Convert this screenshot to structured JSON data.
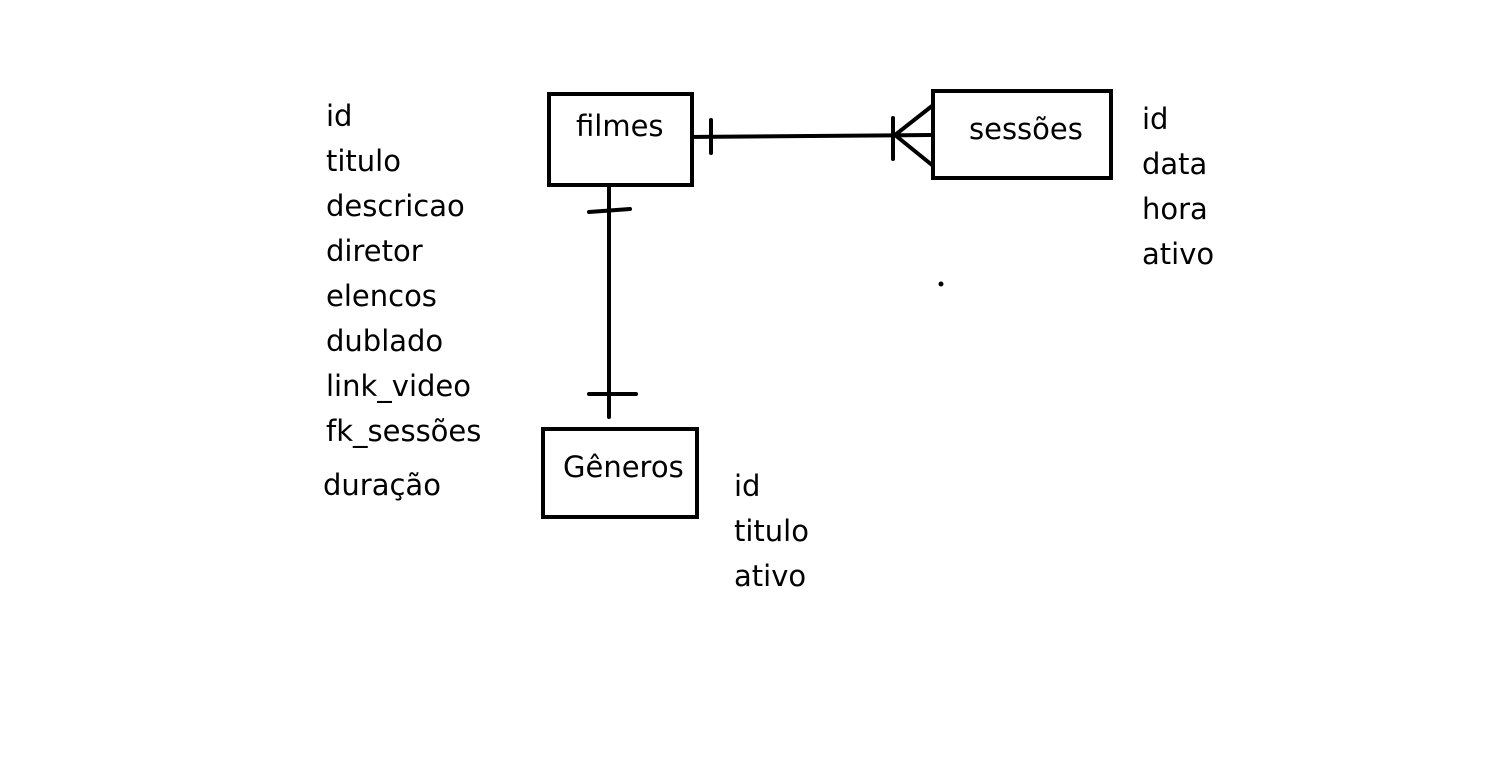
{
  "entities": {
    "filmes": {
      "label": "filmes",
      "attributes": [
        "id",
        "titulo",
        "descricao",
        "diretor",
        "elencos",
        "dublado",
        "link_video",
        "fk_sessões"
      ],
      "extra_attribute": "duração"
    },
    "sessoes": {
      "label": "sessões",
      "attributes": [
        "id",
        "data",
        "hora",
        "ativo"
      ]
    },
    "generos": {
      "label": "Gêneros",
      "attributes": [
        "id",
        "titulo",
        "ativo"
      ]
    }
  },
  "relationships": [
    {
      "from": "filmes",
      "to": "sessões",
      "from_end": "one",
      "to_end": "one-or-many"
    },
    {
      "from": "filmes",
      "to": "Gêneros",
      "from_end": "one",
      "to_end": "one"
    }
  ],
  "colors": {
    "stroke": "#000000",
    "background": "#ffffff"
  }
}
